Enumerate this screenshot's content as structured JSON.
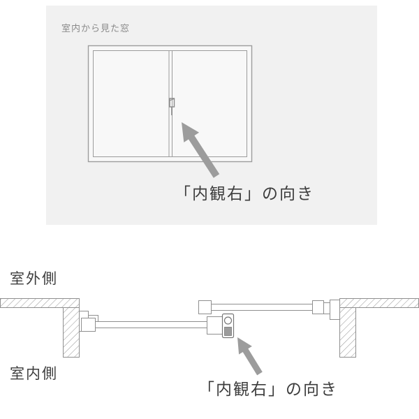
{
  "top_panel": {
    "caption": "室内から見た窓",
    "direction_label": "「内観右」の向き"
  },
  "section": {
    "outside_label": "室外側",
    "inside_label": "室内側",
    "direction_label": "「内観右」の向き"
  },
  "icons": {
    "arrow": "pointer-arrow",
    "lock": "crescent-lock"
  },
  "colors": {
    "panel_bg": "#f1f1f1",
    "line_gray": "#9a9a9a",
    "arrow_gray": "#9c9c9c",
    "caption_gray": "#8a8a8a",
    "text_dark": "#3d3d3d"
  }
}
